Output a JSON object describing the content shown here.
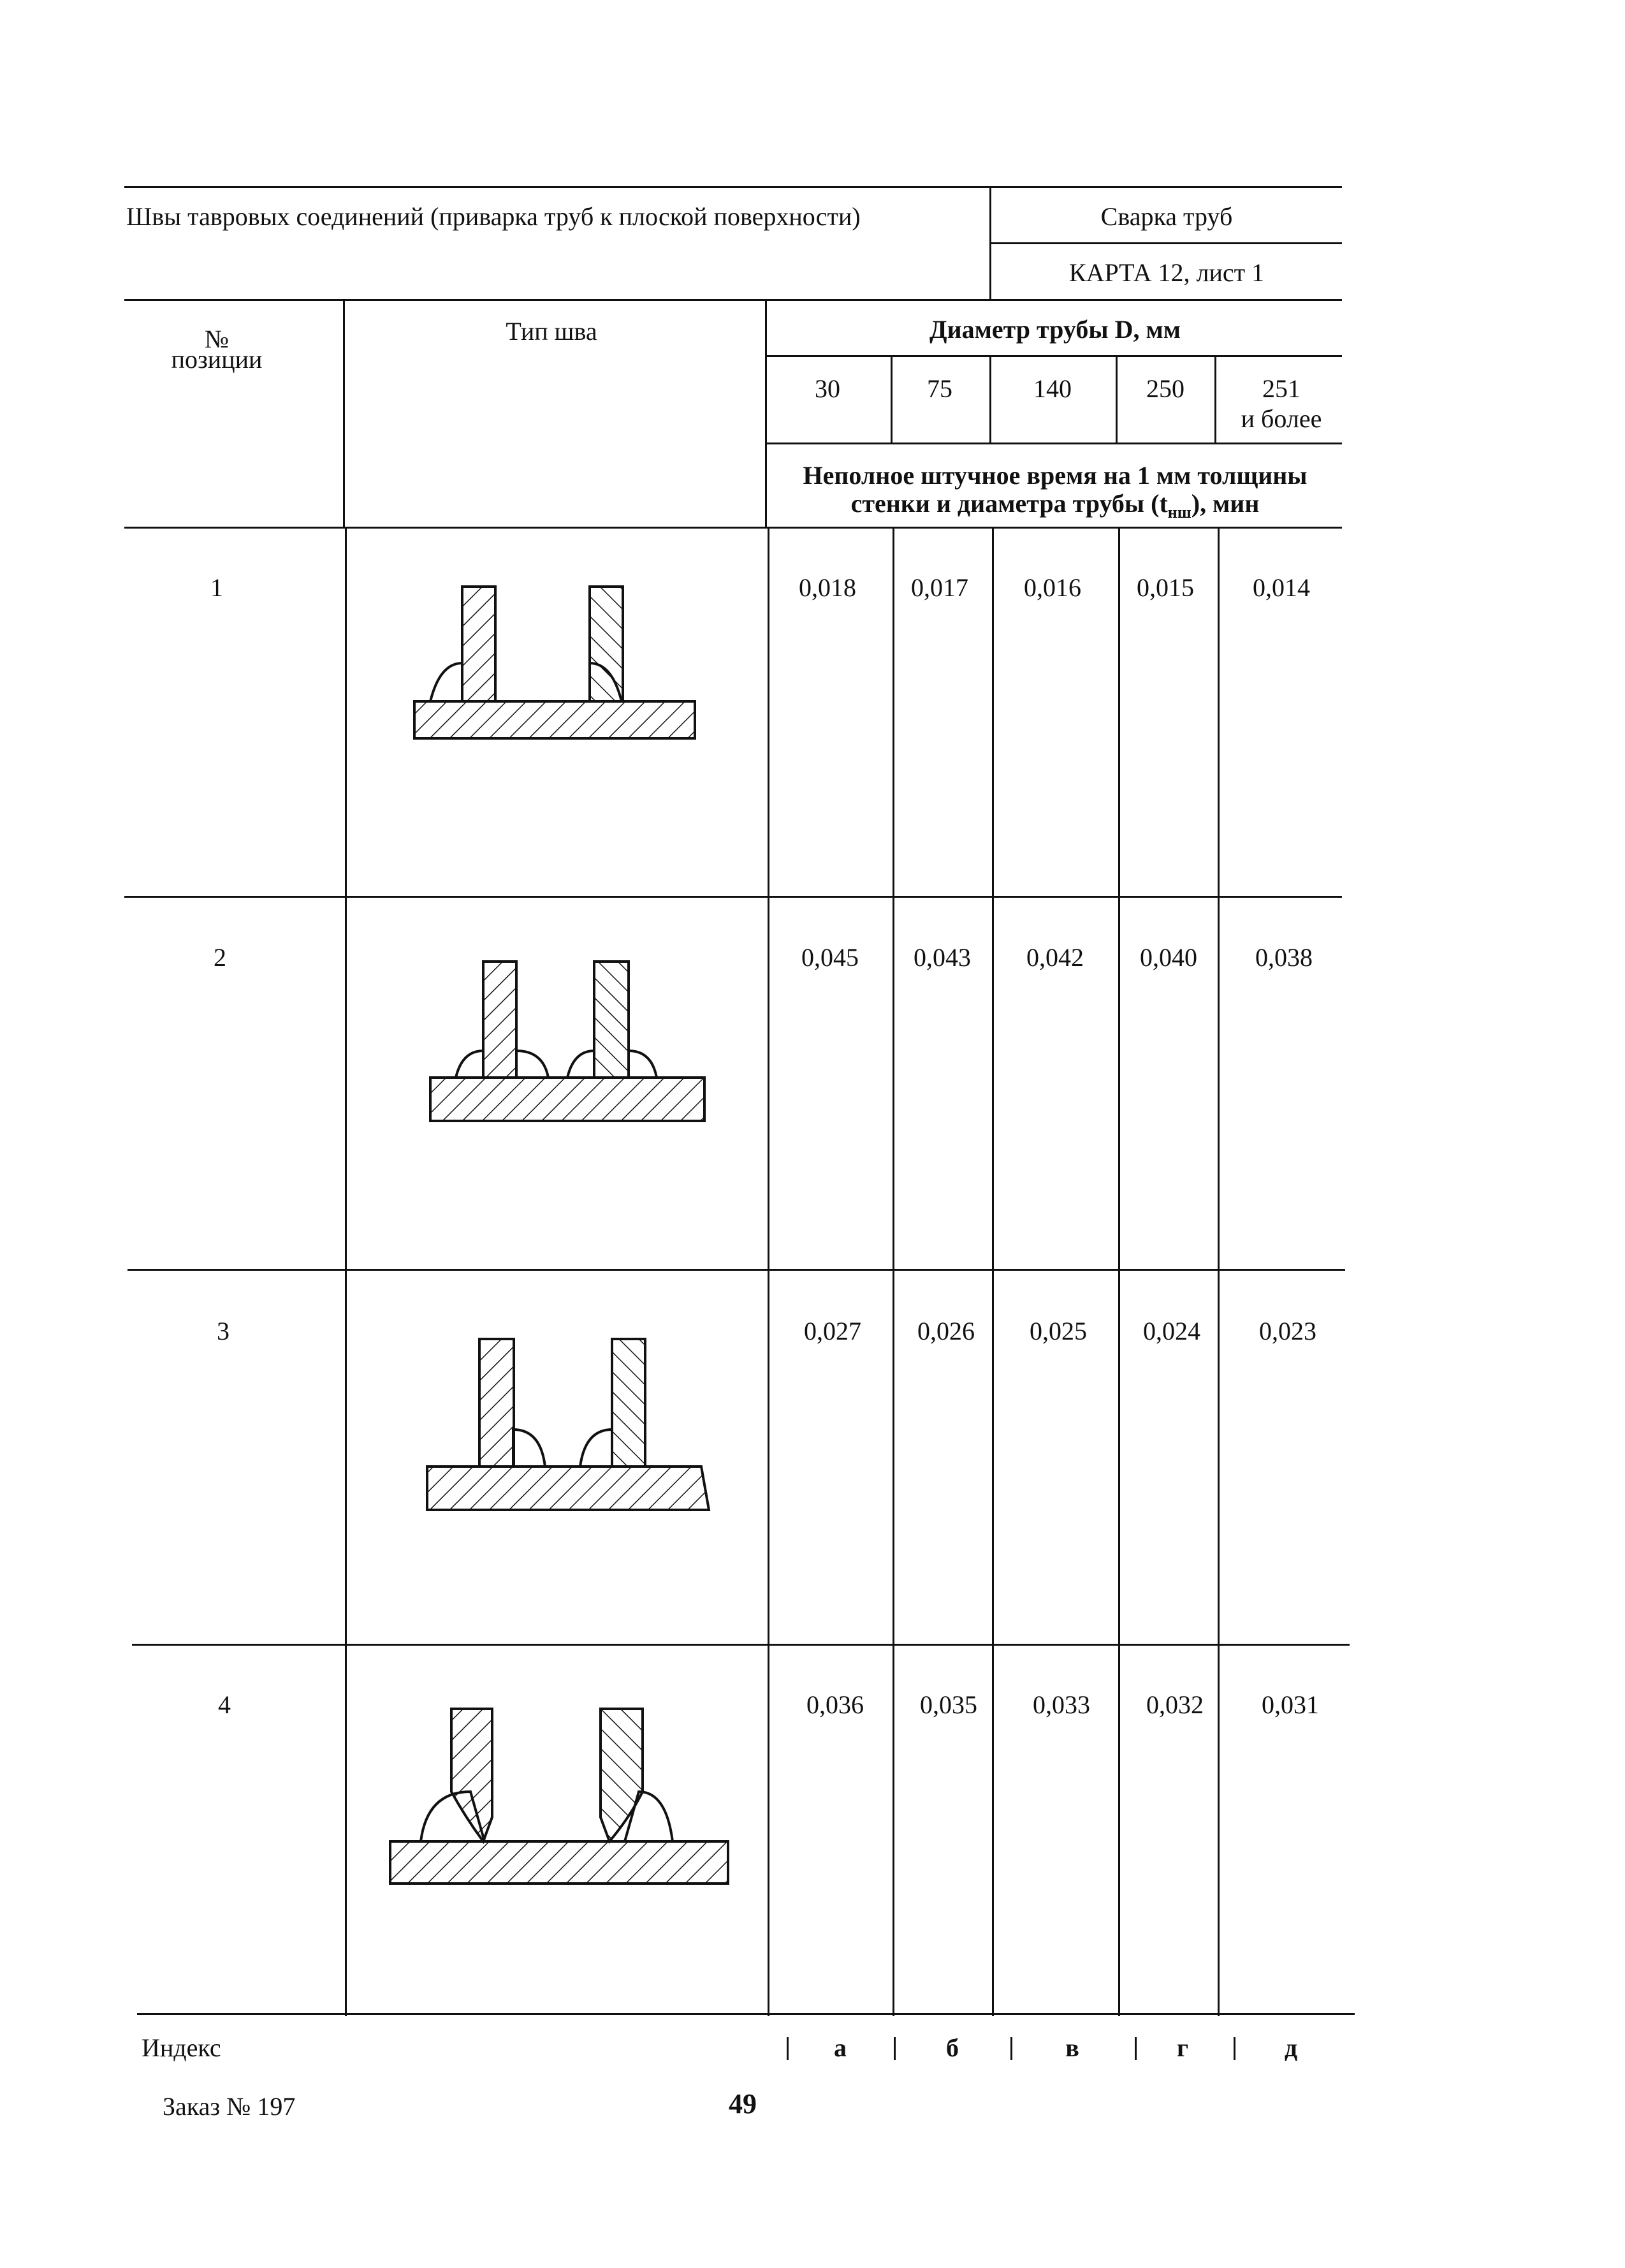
{
  "header": {
    "title": "Швы тавровых соединений (приварка труб к плоской поверхности)",
    "section": "Сварка труб",
    "card": "КАРТА 12, лист 1"
  },
  "table": {
    "col_position": [
      "№",
      "позиции"
    ],
    "col_type": "Тип шва",
    "col_diameter": "Диаметр трубы D, мм",
    "diameters": [
      "30",
      "75",
      "140",
      "250",
      "251",
      "и более"
    ],
    "time_label": [
      "Неполное штучное время на 1 мм толщины",
      "стенки и диаметра трубы (t",
      "нш",
      "), мин"
    ],
    "rows": [
      {
        "pos": "1",
        "values": [
          "0,018",
          "0,017",
          "0,016",
          "0,015",
          "0,014"
        ]
      },
      {
        "pos": "2",
        "values": [
          "0,045",
          "0,043",
          "0,042",
          "0,040",
          "0,038"
        ]
      },
      {
        "pos": "3",
        "values": [
          "0,027",
          "0,026",
          "0,025",
          "0,024",
          "0,023"
        ]
      },
      {
        "pos": "4",
        "values": [
          "0,036",
          "0,035",
          "0,033",
          "0,032",
          "0,031"
        ]
      }
    ],
    "index_label": "Индекс",
    "indexes": [
      "а",
      "б",
      "в",
      "г",
      "д"
    ]
  },
  "footer": {
    "order": "Заказ № 197",
    "page": "49"
  }
}
